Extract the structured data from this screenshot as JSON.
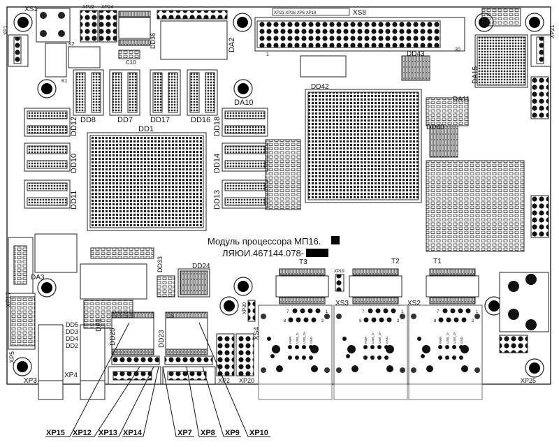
{
  "title": {
    "line1": "Модуль процессора  МП16.",
    "line2": "ЛЯЮИ.467144.078-"
  },
  "labels": {
    "XS1": "XS1",
    "XP1": "XP1",
    "K1": "K1",
    "K2": "K2",
    "XP22": "XP22",
    "XP24": "XP24",
    "DD36": "DD36",
    "DA2": "DA2",
    "DA10": "DA10",
    "C10": "C10",
    "DD8": "DD8",
    "DD7": "DD7",
    "DD17": "DD17",
    "DD16": "DD16",
    "DD1": "DD1",
    "DD12": "DD12",
    "DD10": "DD10",
    "DD11": "DD11",
    "DD18": "DD18",
    "DD14": "DD14",
    "DD13": "DD13",
    "XS8": "XS8",
    "XS8_pin1": "1",
    "XS8_pin30": "30",
    "XP23": "XP23 XP26 XP6 XP18",
    "DD42": "DD42",
    "DD43": "DD43",
    "DA15": "DA15",
    "DA11": "DA11",
    "DD40": "DD40",
    "XP21": "XP21",
    "DA3": "DA3",
    "DA1": "DA1",
    "DD5": "DD5",
    "DD3": "DD3",
    "DD4": "DD4",
    "DD2": "DD2",
    "XP5": "XP5",
    "XP17": "XP17",
    "XP3": "XP3",
    "XP4": "XP4",
    "DD25": "DD25",
    "DD23": "DD23",
    "DD24": "DD24",
    "DD33": "DD33",
    "G6": "G6",
    "T3": "T3",
    "T2": "T2",
    "T1": "T1",
    "XS3": "XS3",
    "XS2": "XS2",
    "XS4": "XS4",
    "XP2": "XP2",
    "XP20": "XP20",
    "XP25": "XP25",
    "XP30": "XP30",
    "XP19": "XP19",
    "jack_pin7": "7",
    "jack_pin8": "8",
    "jack_pin1": "1",
    "jack_pin2": "2"
  },
  "jack_pins": [
    "PWR",
    "USB_D-",
    "USB_D+",
    "GND"
  ],
  "callouts": {
    "left": [
      "XP15",
      "XP12",
      "XP13",
      "XP14"
    ],
    "right": [
      "XP7",
      "XP8",
      "XP9",
      "XP10"
    ]
  }
}
